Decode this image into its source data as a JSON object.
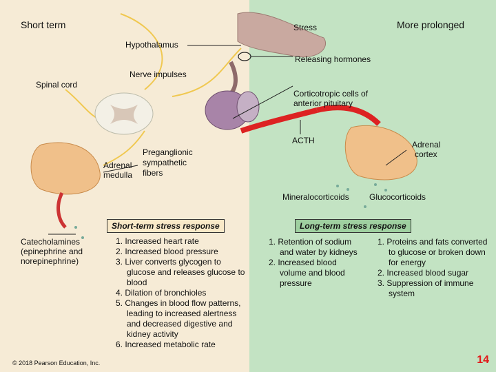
{
  "labels": {
    "short_term": "Short term",
    "stress": "Stress",
    "more_prolonged": "More prolonged",
    "hypothalamus": "Hypothalamus",
    "releasing_hormones": "Releasing hormones",
    "nerve_impulses": "Nerve impulses",
    "spinal_cord": "Spinal cord",
    "corticotropic_1": "Corticotropic cells of",
    "corticotropic_2": "anterior pituitary",
    "acth": "ACTH",
    "adrenal_cortex_1": "Adrenal",
    "adrenal_cortex_2": "cortex",
    "preganglionic_1": "Preganglionic",
    "preganglionic_2": "sympathetic",
    "preganglionic_3": "fibers",
    "adrenal_medulla_1": "Adrenal",
    "adrenal_medulla_2": "medulla",
    "mineralocorticoids": "Mineralocorticoids",
    "glucocorticoids": "Glucocorticoids",
    "catecholamines_1": "Catecholamines",
    "catecholamines_2": "(epinephrine and",
    "catecholamines_3": "norepinephrine)"
  },
  "short_term_box": "Short-term stress response",
  "long_term_box": "Long-term stress response",
  "short_term_items": [
    "1. Increased heart rate",
    "2. Increased blood pressure",
    "3. Liver converts glycogen to glucose and releases glucose to blood",
    "4. Dilation of bronchioles",
    "5. Changes in blood flow patterns, leading to increased alertness and decreased digestive and kidney activity",
    "6. Increased metabolic rate"
  ],
  "long_term_left": [
    "1. Retention of sodium and water by kidneys",
    "2. Increased blood volume and blood pressure"
  ],
  "long_term_right": [
    "1. Proteins and fats converted to glucose or broken down for energy",
    "2. Increased blood sugar",
    "3. Suppression of immune system"
  ],
  "copyright": "© 2018 Pearson Education, Inc.",
  "slide_number": "14"
}
